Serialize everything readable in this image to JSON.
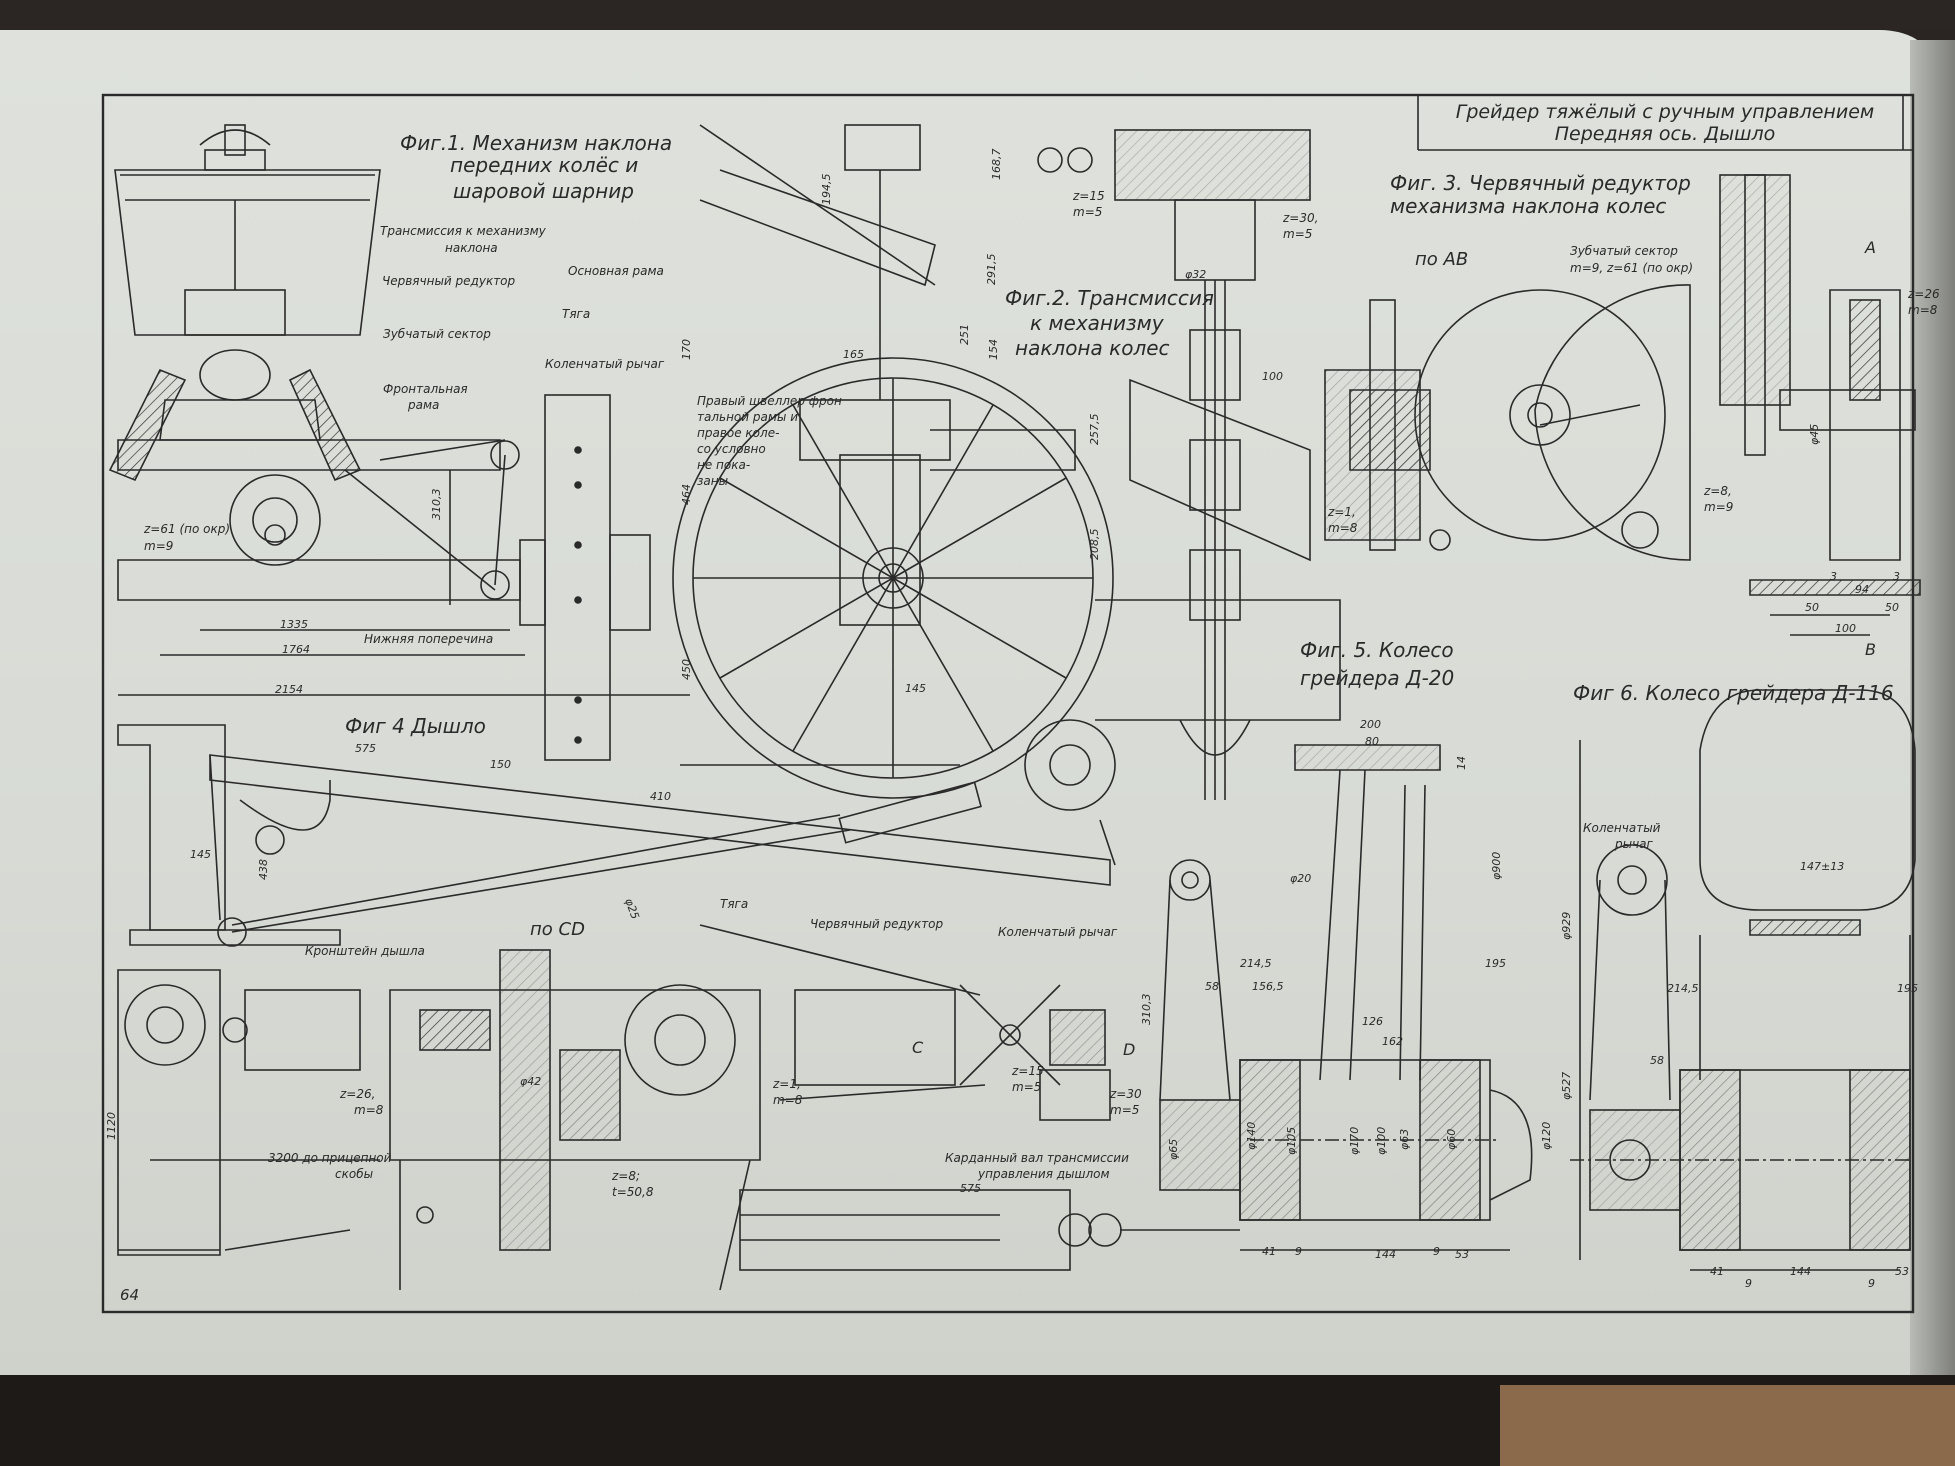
{
  "page_number": "64",
  "title_block": {
    "line1": "Грейдер тяжёлый с ручным управлением",
    "line2": "Передняя ось. Дышло"
  },
  "figures": {
    "fig1": {
      "caption_line1": "Фиг.1. Механизм наклона",
      "caption_line2": "передних колёс и",
      "caption_line3": "шаровой шарнир",
      "labels": {
        "transmission_1": "Трансмиссия к механизму",
        "transmission_2": "наклона",
        "worm_reducer": "Червячный редуктор",
        "gear_sector": "Зубчатый сектор",
        "front_frame_1": "Фронтальная",
        "front_frame_2": "рама",
        "rod": "Тяга",
        "crank_lever": "Коленчатый рычаг",
        "lower_crossbar": "Нижняя поперечина",
        "z61_1": "z=61 (по окр)",
        "z61_2": "m=9"
      },
      "dims": {
        "d1335": "1335",
        "d1764": "1764",
        "d2154": "2154",
        "d310": "310,3"
      }
    },
    "fig2": {
      "caption_line1": "Фиг.2. Трансмиссия",
      "caption_line2": "к механизму",
      "caption_line3": "наклона колес",
      "labels": {
        "main_frame": "Основная рама",
        "note_1": "Правый швеллер фрон",
        "note_2": "тальной рамы и",
        "note_3": "правое коле-",
        "note_4": "со условно",
        "note_5": "не пока-",
        "note_6": "заны",
        "z15_1": "z=15",
        "z15_2": "m=5",
        "z30_1": "z=30,",
        "z30_2": "m=5",
        "z1_1": "z=1,",
        "z1_2": "m=8"
      },
      "dims": {
        "d1945": "194,5",
        "d1687": "168,7",
        "d2915": "291,5",
        "d251": "251",
        "d170": "170",
        "d154": "154",
        "d165": "165",
        "d2575": "257,5",
        "d464": "464",
        "d2085": "208,5",
        "d450": "450",
        "d145": "145",
        "d32": "φ32",
        "d100": "100"
      }
    },
    "fig3": {
      "caption_line1": "Фиг. 3. Червячный редуктор",
      "caption_line2": "механизма наклона колес",
      "view": "по АВ",
      "labels": {
        "sector_1": "Зубчатый сектор",
        "sector_2": "m=9, z=61 (по окр)",
        "z26_1": "z=26",
        "z26_2": "m=8",
        "z8_1": "z=8,",
        "z8_2": "m=9",
        "a": "A",
        "b": "B",
        "d45": "φ45"
      },
      "dims": {
        "d50a": "50",
        "d50b": "50",
        "d100": "100",
        "d94": "94",
        "d3a": "3",
        "d3b": "3"
      }
    },
    "fig4": {
      "caption": "Фиг 4  Дышло",
      "view": "по CD",
      "labels": {
        "rod": "Тяга",
        "bracket": "Кронштейн дышла",
        "worm_reducer": "Червячный редуктор",
        "crank_lever": "Коленчатый рычаг",
        "cardan_1": "Карданный вал трансмиссии",
        "cardan_2": "управления дышлом",
        "to_hitch_1": "3200 до прицепной",
        "to_hitch_2": "скобы",
        "z26_1": "z=26,",
        "z26_2": "m=8",
        "z1_1": "z=1,",
        "z1_2": "m=8",
        "z8_1": "z=8;",
        "z8_2": "t=50,8",
        "z15_1": "z=15",
        "z15_2": "m=5",
        "z30_1": "z=30",
        "z30_2": "m=5",
        "c": "C",
        "d": "D"
      },
      "dims": {
        "d575": "575",
        "d150": "150",
        "d410": "410",
        "d145": "145",
        "d438": "438",
        "d25": "φ25",
        "d1120": "1120",
        "d42": "φ42",
        "d575b": "575"
      }
    },
    "fig5": {
      "caption_line1": "Фиг. 5. Колесо",
      "caption_line2": "грейдера Д-20",
      "dims": {
        "d200": "200",
        "d80": "80",
        "d14": "14",
        "d900": "φ900",
        "d20": "φ20",
        "d2145": "214,5",
        "d195": "195",
        "d58": "58",
        "d1565": "156,5",
        "d3103": "310,3",
        "d126": "126",
        "d162": "162",
        "d65": "φ65",
        "d140": "φ140",
        "d105": "φ105",
        "d170": "φ170",
        "d100": "φ100",
        "d63": "φ63",
        "d60": "φ60",
        "d120": "φ120",
        "d41": "41",
        "d9": "9",
        "d144": "144",
        "d9b": "9",
        "d53": "53"
      }
    },
    "fig6": {
      "caption": "Фиг 6.  Колесо грейдера Д-116",
      "labels": {
        "crank_1": "Коленчатый",
        "crank_2": "рычаг"
      },
      "dims": {
        "d147": "147±13",
        "d929": "φ929",
        "d2145": "214,5",
        "d195": "195",
        "d58": "58",
        "d527": "φ527",
        "d41": "41",
        "d9": "9",
        "d144": "144",
        "d9b": "9",
        "d53": "53"
      }
    }
  },
  "colors": {
    "paper": "#dcdfd9",
    "ink": "#2a2a2a",
    "background": "#2a2522"
  }
}
